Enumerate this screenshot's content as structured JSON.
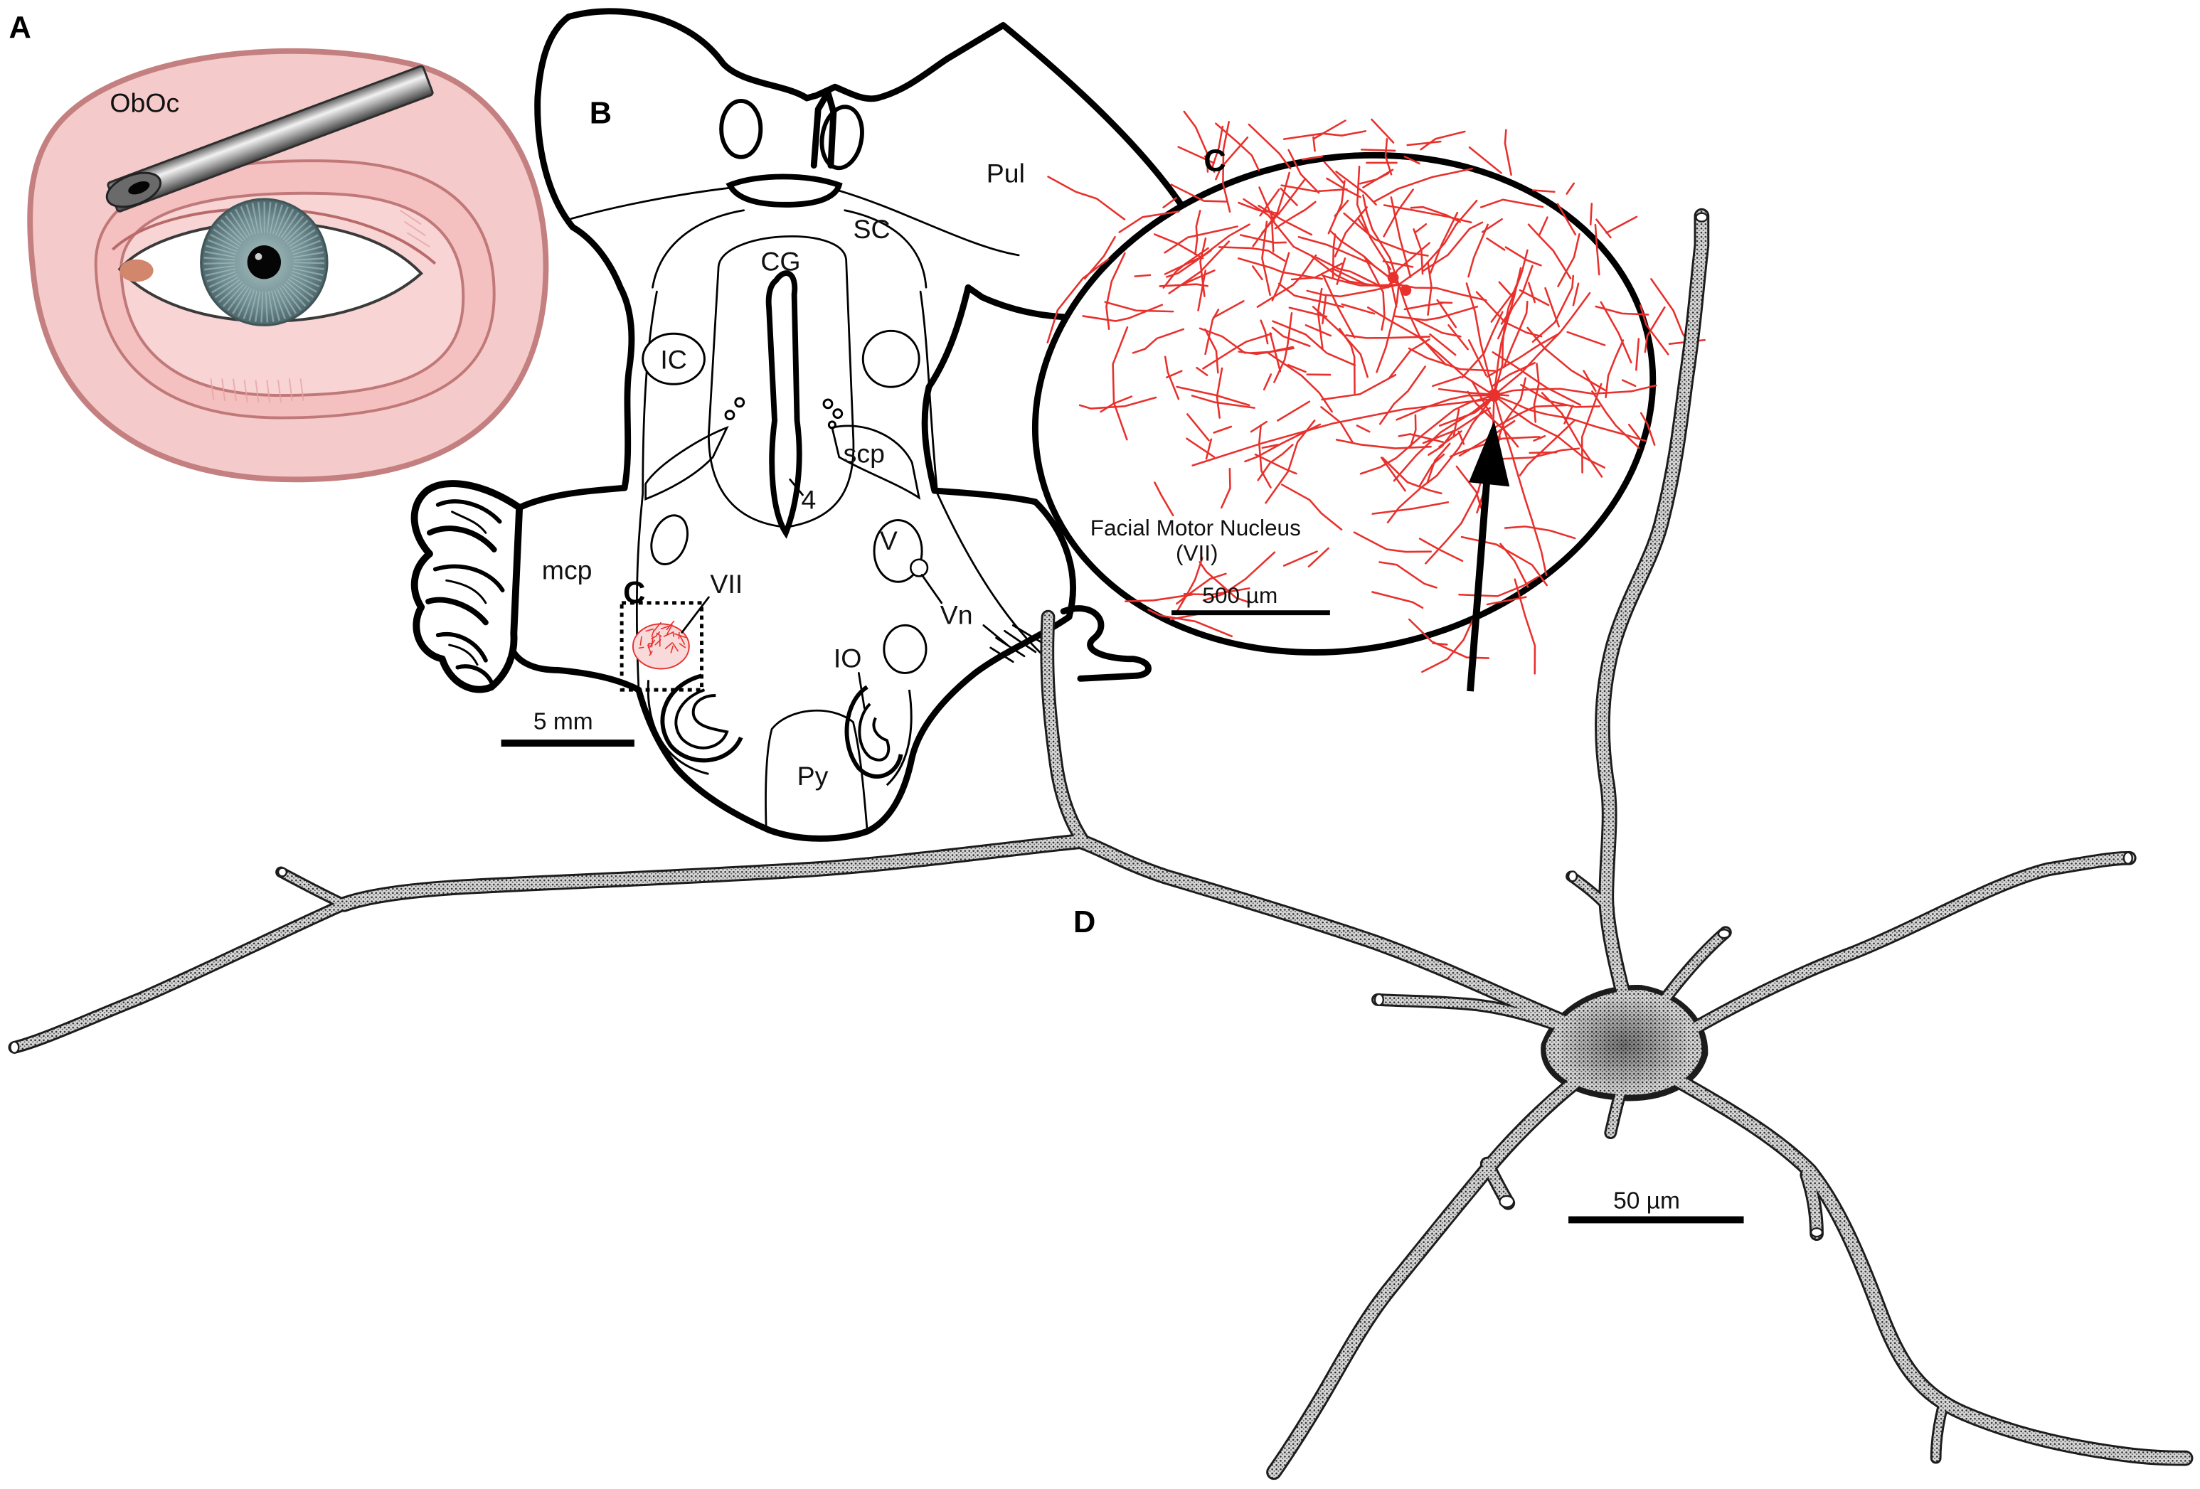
{
  "panels": {
    "A": {
      "label": "A",
      "obOc": "ObOc"
    },
    "B": {
      "label": "B",
      "pul": "Pul",
      "sc": "SC",
      "cg": "CG",
      "ic": "IC",
      "scp": "scp",
      "fourth": "4",
      "v": "V",
      "vn": "Vn",
      "mcp": "mcp",
      "inset": "C",
      "vii": "VII",
      "io": "IO",
      "py": "Py",
      "scale": "5 mm"
    },
    "C": {
      "label": "C",
      "title": "Facial Motor Nucleus",
      "subtitle": "(VII)",
      "scale": "500 µm"
    },
    "D": {
      "label": "D",
      "scale": "50 µm"
    }
  },
  "colors": {
    "fiber_red": "#e8302c",
    "skin_pink": "#f5caca",
    "skin_edge": "#c48080",
    "iris": "#6f8d92"
  }
}
